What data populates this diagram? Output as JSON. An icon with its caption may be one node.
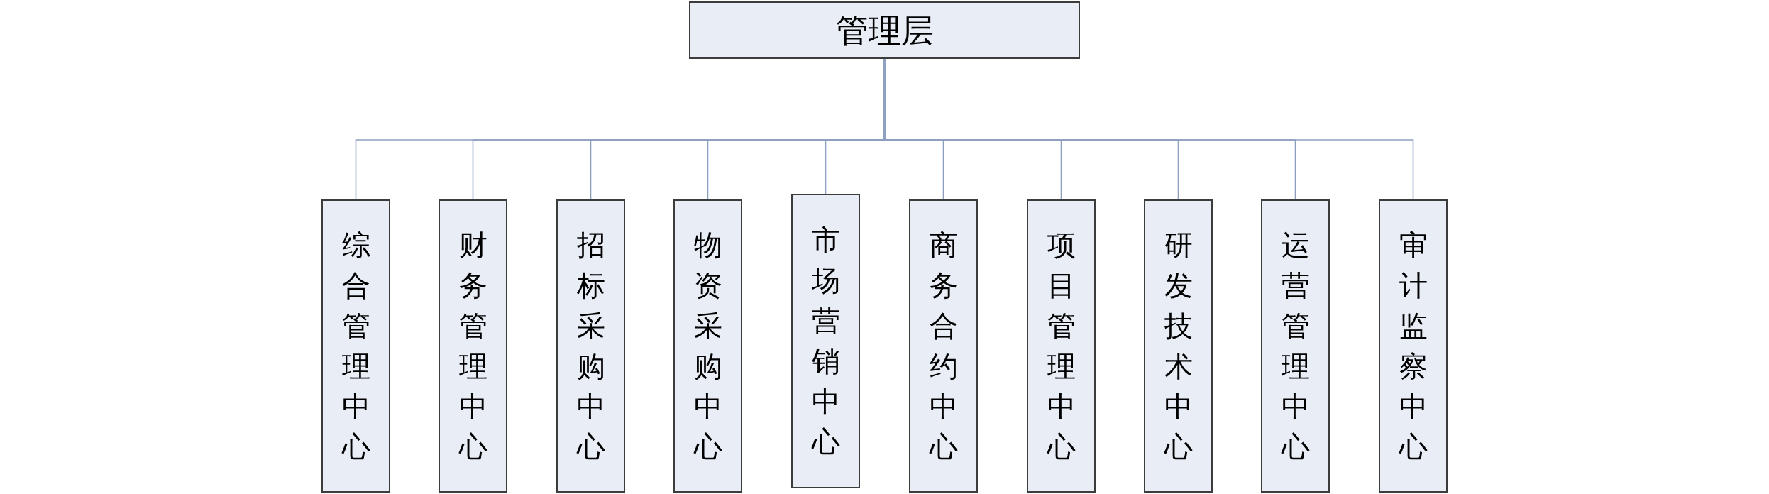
{
  "diagram": {
    "nodes": [
      {
        "text": [
          "管理层"
        ]
      },
      {
        "text": [
          "综合管理中心"
        ]
      },
      {
        "text": [
          "财务管理中心"
        ]
      },
      {
        "text": [
          "招标采购中心"
        ]
      },
      {
        "text": [
          "物资采购中心"
        ]
      },
      {
        "text": [
          "市场营销中心"
        ]
      },
      {
        "text": [
          "商务合约中心"
        ]
      },
      {
        "text": [
          "项目管理中心"
        ]
      },
      {
        "text": [
          "研发技术中心"
        ]
      },
      {
        "text": [
          "运营管理中心"
        ]
      },
      {
        "text": [
          "审计监察中心"
        ]
      }
    ],
    "edges": [
      {
        "from": 0,
        "to": 1,
        "arrow": "none"
      },
      {
        "from": 0,
        "to": 2,
        "arrow": "none"
      },
      {
        "from": 0,
        "to": 3,
        "arrow": "none"
      },
      {
        "from": 0,
        "to": 4,
        "arrow": "none"
      },
      {
        "from": 0,
        "to": 5,
        "arrow": "none"
      },
      {
        "from": 0,
        "to": 6,
        "arrow": "none"
      },
      {
        "from": 0,
        "to": 7,
        "arrow": "none"
      },
      {
        "from": 0,
        "to": 8,
        "arrow": "none"
      },
      {
        "from": 0,
        "to": 9,
        "arrow": "none"
      },
      {
        "from": 0,
        "to": 10,
        "arrow": "none"
      }
    ]
  }
}
